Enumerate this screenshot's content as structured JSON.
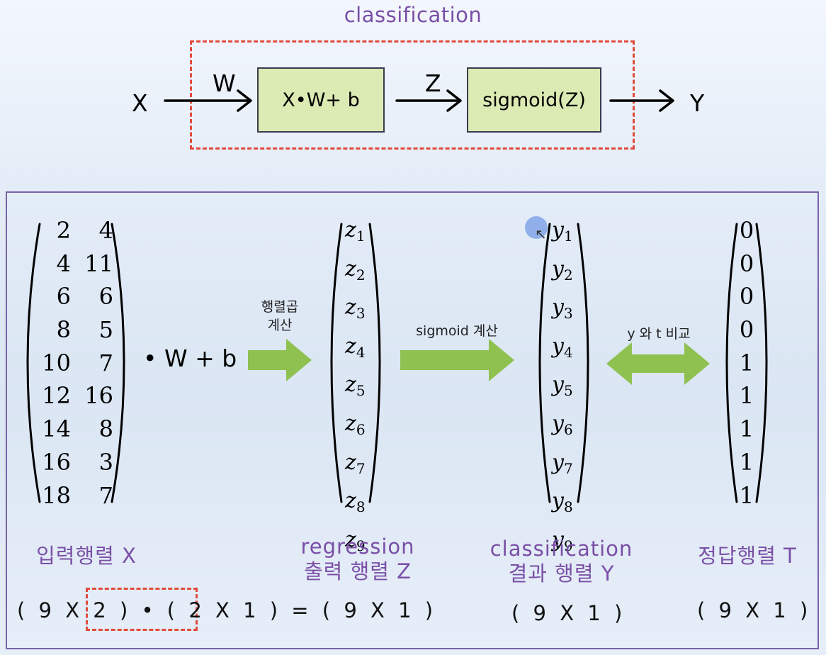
{
  "top": {
    "title": "classification",
    "input": "X",
    "weight": "W",
    "linear_box": "X•W+ b",
    "mid": "Z",
    "sigmoid_box": "sigmoid(Z)",
    "output": "Y"
  },
  "matrix_x": {
    "col1": [
      "2",
      "4",
      "6",
      "8",
      "10",
      "12",
      "14",
      "16",
      "18"
    ],
    "col2": [
      "4",
      "11",
      "6",
      "5",
      "7",
      "16",
      "8",
      "3",
      "7"
    ]
  },
  "wb_text": "• W + b",
  "arrows": {
    "matmul_line1": "행렬곱",
    "matmul_line2": "계산",
    "sigmoid": "sigmoid  계산",
    "compare": "y 와 t 비교"
  },
  "z_vars": [
    "1",
    "2",
    "3",
    "4",
    "5",
    "6",
    "7",
    "8",
    "9"
  ],
  "y_vars": [
    "1",
    "2",
    "3",
    "4",
    "5",
    "6",
    "7",
    "8",
    "9"
  ],
  "var_letters": {
    "z": "z",
    "y": "y"
  },
  "t_values": [
    "0",
    "0",
    "0",
    "0",
    "1",
    "1",
    "1",
    "1",
    "1"
  ],
  "captions": {
    "input": "입력행렬 X",
    "regression_1": "regression",
    "regression_2": "출력 행렬 Z",
    "classification_1": "classification",
    "classification_2": "결과 행렬 Y",
    "answer": "정답행렬 T"
  },
  "formula": "( 9 X 2 ) • ( 2 X 1 )  =  ( 9 X 1 )",
  "dims_y": "( 9 X 1 )",
  "dims_t": "( 9 X 1 )",
  "colors": {
    "title": "#7a4fa6",
    "dashed": "#e14a3c",
    "box_fill": "#dcebb4",
    "green_arrow": "#8fc150",
    "panel_border": "#7a62a8"
  }
}
